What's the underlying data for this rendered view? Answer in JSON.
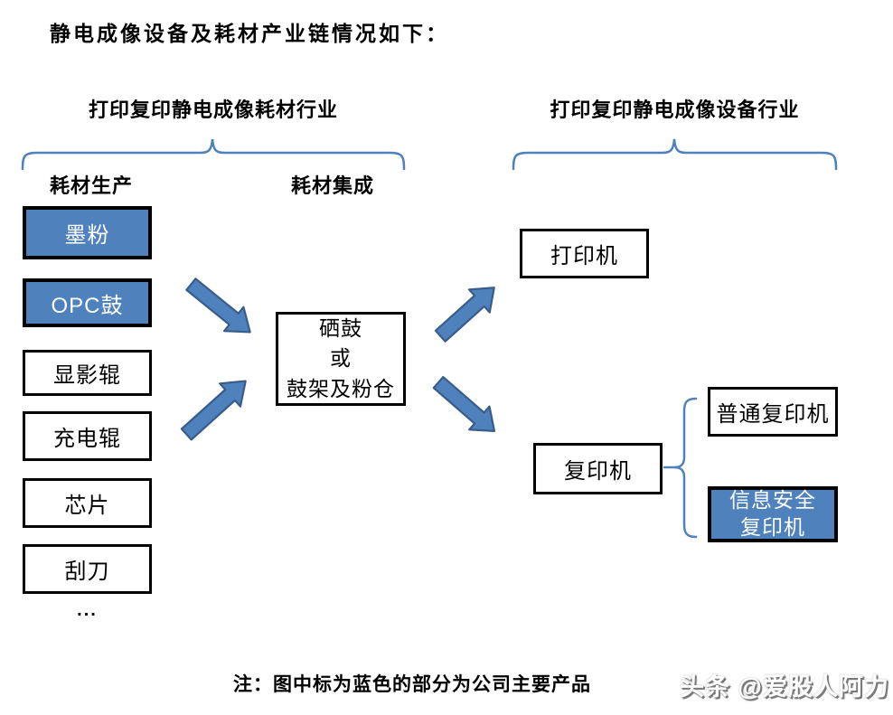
{
  "title": "静电成像设备及耗材产业链情况如下：",
  "sections": {
    "consumables": {
      "header": "打印复印静电成像耗材行业",
      "col_production": "耗材生产",
      "col_integration": "耗材集成"
    },
    "equipment": {
      "header": "打印复印静电成像设备行业"
    }
  },
  "production_items": [
    {
      "label": "墨粉",
      "highlight": true
    },
    {
      "label": "OPC鼓",
      "highlight": true
    },
    {
      "label": "显影辊",
      "highlight": false
    },
    {
      "label": "充电辊",
      "highlight": false
    },
    {
      "label": "芯片",
      "highlight": false
    },
    {
      "label": "刮刀",
      "highlight": false
    }
  ],
  "production_more": "...",
  "integration_box": {
    "lines": [
      "硒鼓",
      "或",
      "鼓架及粉仓"
    ]
  },
  "equipment_boxes": {
    "printer": "打印机",
    "copier": "复印机",
    "copier_normal": "普通复印机",
    "copier_secure": {
      "lines": [
        "信息安全",
        "复印机"
      ],
      "highlight": true
    }
  },
  "note": "注：图中标为蓝色的部分为公司主要产品",
  "watermark": "头条 @爱股人阿力",
  "colors": {
    "highlight_fill": "#4f81bd",
    "arrow_fill": "#4f81bd",
    "arrow_stroke": "#385d8a",
    "bracket_stroke": "#4f81bd",
    "box_border": "#000000"
  }
}
